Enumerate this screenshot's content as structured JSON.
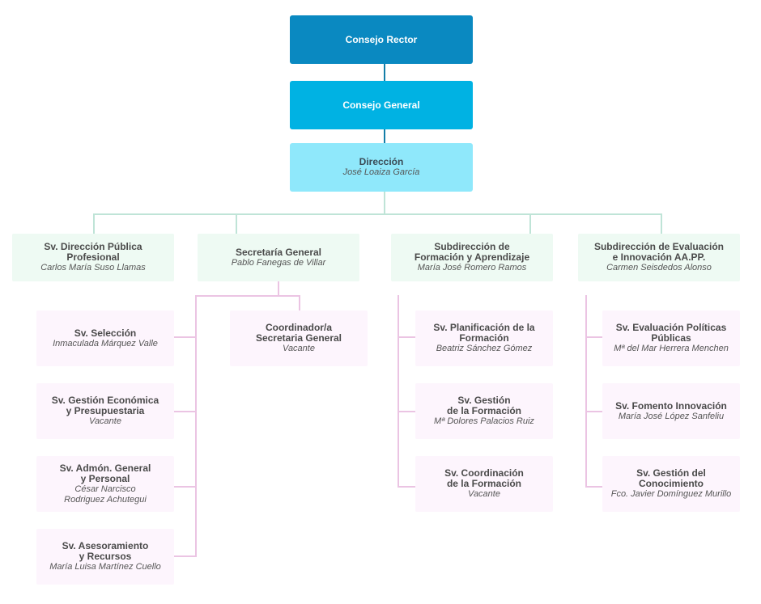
{
  "top": {
    "rector": "Consejo Rector",
    "general": "Consejo General",
    "direccion": {
      "title": "Dirección",
      "name": "José Loaiza García"
    }
  },
  "level2": [
    {
      "title": "Sv. Dirección Pública\nProfesional",
      "name": "Carlos María Suso Llamas"
    },
    {
      "title": "Secretaría General",
      "name": "Pablo Fanegas de Villar"
    },
    {
      "title": "Subdirección de\nFormación y Aprendizaje",
      "name": "María José Romero Ramos"
    },
    {
      "title": "Subdirección de Evaluación\ne Innovación AA.PP.",
      "name": "Carmen Seisdedos Alonso"
    }
  ],
  "secretaria_children": [
    {
      "title": "Sv. Selección",
      "name": "Inmaculada Márquez Valle"
    },
    {
      "title": "Sv. Gestión Económica\ny Presupuestaria",
      "name": "Vacante"
    },
    {
      "title": "Sv. Admón. General\ny Personal",
      "name": "César Narcisco\nRodriguez Achutegui"
    },
    {
      "title": "Sv. Asesoramiento\ny Recursos",
      "name": "María Luisa Martínez Cuello"
    }
  ],
  "coordinador": {
    "title": "Coordinador/a\nSecretaria General",
    "name": "Vacante"
  },
  "formacion_children": [
    {
      "title": "Sv. Planificación de la\nFormación",
      "name": "Beatriz Sánchez Gómez"
    },
    {
      "title": "Sv. Gestión\nde la Formación",
      "name": "Mª Dolores Palacios Ruiz"
    },
    {
      "title": "Sv. Coordinación\nde la Formación",
      "name": "Vacante"
    }
  ],
  "evaluacion_children": [
    {
      "title": "Sv. Evaluación Políticas\nPúblicas",
      "name": "Mª del Mar Herrera Menchen"
    },
    {
      "title": "Sv. Fomento Innovación",
      "name": "María José López Sanfeliu"
    },
    {
      "title": "Sv. Gestión del\nConocimiento",
      "name": "Fco. Javier Domínguez Murillo"
    }
  ],
  "colors": {
    "rector": "#0a89c1",
    "general": "#00b2e3",
    "direccion": "#8fe8fb",
    "level2_bg": "#eefaf3",
    "child_bg": "#fdf5fd",
    "connector_top": "#137ea8",
    "connector_green": "#bfe4d7",
    "connector_pink": "#ebc4e3"
  }
}
